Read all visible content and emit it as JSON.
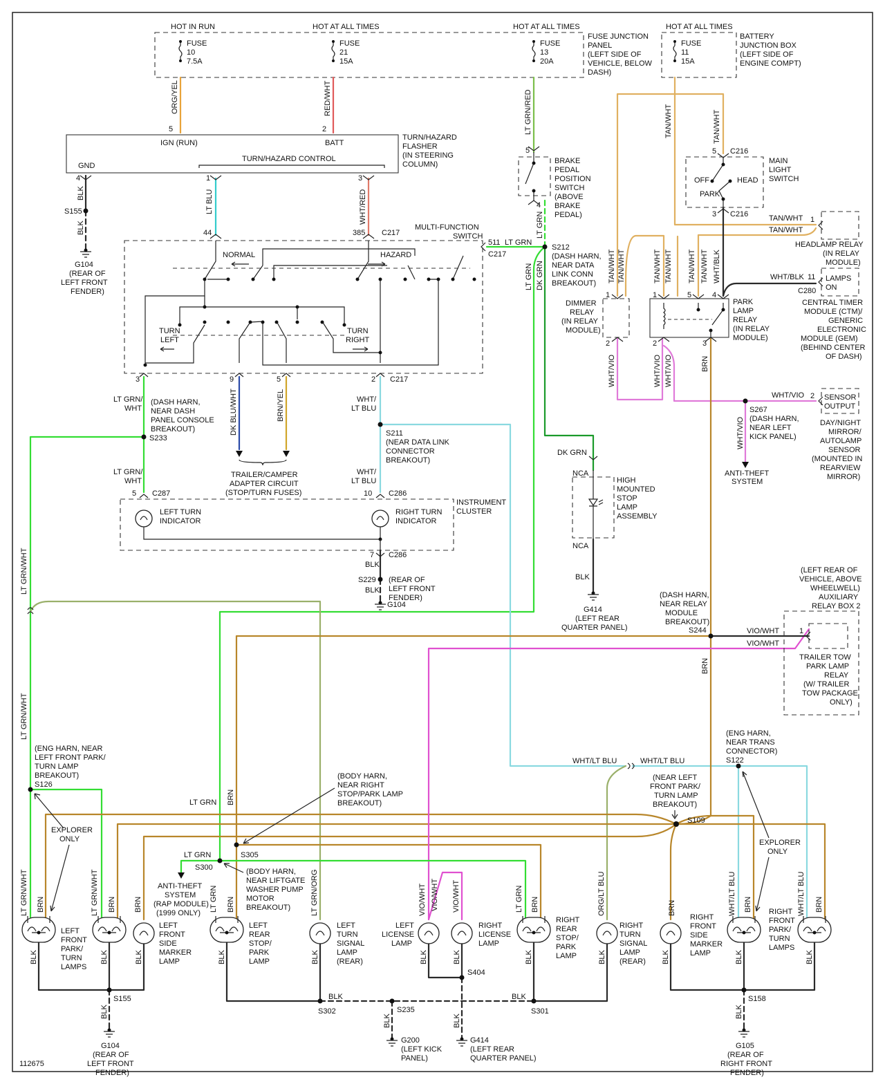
{
  "diagram_id": "112675",
  "colors": {
    "org_yel": "#e8a33a",
    "red_wht": "#e05a5a",
    "lt_grn": "#33dd33",
    "lt_grn_red": "#7bbf4a",
    "lt_blu": "#33cccc",
    "wht_red": "#e07a6a",
    "blk": "#2a2a2a",
    "dk_blu": "#2a4aa8",
    "brn_yel": "#d1a62a",
    "wht_ltblu": "#8ad9e0",
    "dk_grn": "#1a9a2a",
    "tan_wht": "#e0b060",
    "wht_vio": "#e07ad9",
    "brn": "#b8862a",
    "vio_wht": "#e050d0",
    "org_ltblu": "#9ab06a"
  },
  "fuses": {
    "f10": {
      "header": "HOT IN RUN",
      "label": "FUSE",
      "num": "10",
      "amp": "7.5A"
    },
    "f21": {
      "header": "HOT AT ALL TIMES",
      "label": "FUSE",
      "num": "21",
      "amp": "15A"
    },
    "f13": {
      "header": "HOT AT ALL TIMES",
      "label": "FUSE",
      "num": "13",
      "amp": "20A"
    },
    "f11": {
      "header": "HOT AT ALL TIMES",
      "label": "FUSE",
      "num": "11",
      "amp": "15A"
    }
  },
  "fuse_panel": [
    "FUSE JUNCTION",
    "PANEL",
    "(LEFT SIDE OF",
    "VEHICLE, BELOW",
    "DASH)"
  ],
  "battery_box": [
    "BATTERY",
    "JUNCTION BOX",
    "(LEFT SIDE OF",
    "ENGINE COMPT)"
  ],
  "flasher": {
    "title": [
      "TURN/HAZARD",
      "FLASHER",
      "(IN STEERING",
      "COLUMN)"
    ],
    "ign": "IGN (RUN)",
    "batt": "BATT",
    "gnd": "GND",
    "control": "TURN/HAZARD CONTROL",
    "pin5": "5",
    "pin2": "2",
    "pin4": "4",
    "pin1": "1",
    "pin3": "3"
  },
  "multifunction": {
    "title": [
      "MULTI-FUNCTION",
      "SWITCH"
    ],
    "normal": "NORMAL",
    "hazard": "HAZARD",
    "turn_left": [
      "TURN",
      "LEFT"
    ],
    "turn_right": [
      "TURN",
      "RIGHT"
    ],
    "c217": "C217",
    "p44": "44",
    "p385": "385",
    "p511": "511",
    "p3": "3",
    "p9": "9",
    "p5": "5",
    "p2": "2"
  },
  "brake_switch": {
    "title": [
      "BRAKE",
      "PEDAL",
      "POSITION",
      "SWITCH",
      "(ABOVE",
      "BRAKE",
      "PEDAL)"
    ],
    "p5": "5",
    "p4": "4"
  },
  "main_light": {
    "title": [
      "MAIN",
      "LIGHT",
      "SWITCH"
    ],
    "off": "OFF",
    "park": "PARK",
    "head": "HEAD",
    "c216": "C216",
    "p5": "5",
    "p3": "3"
  },
  "headlamp_relay": [
    "HEADLAMP RELAY",
    "(IN RELAY",
    "MODULE)"
  ],
  "ctm": {
    "lamps_on": [
      "LAMPS",
      "ON"
    ],
    "c280": "C280",
    "p11": "11",
    "title": [
      "CENTRAL TIMER",
      "MODULE (CTM)/",
      "GENERIC",
      "ELECTRONIC",
      "MODULE (GEM)",
      "(BEHIND CENTER",
      "OF DASH)"
    ]
  },
  "dimmer_relay": {
    "title": [
      "DIMMER",
      "RELAY",
      "(IN RELAY",
      "MODULE)"
    ],
    "p1": "1",
    "p2": "2"
  },
  "park_relay": {
    "title": [
      "PARK",
      "LAMP",
      "RELAY",
      "(IN RELAY",
      "MODULE)"
    ],
    "p1": "1",
    "p5": "5",
    "p4": "4",
    "p2": "2",
    "p3": "3"
  },
  "sensor": {
    "output": [
      "SENSOR",
      "OUTPUT"
    ],
    "pin": "2",
    "title": [
      "DAY/NIGHT",
      "MIRROR/",
      "AUTOLAMP",
      "SENSOR",
      "(MOUNTED IN",
      "REARVIEW",
      "MIRROR)"
    ]
  },
  "splices": {
    "s155": "S155",
    "s212": "S212",
    "s211": "S211",
    "s233": "S233",
    "s229": "S229",
    "s267": "S267",
    "s244": "S244",
    "s122": "S122",
    "s109": "S109",
    "s126": "S126",
    "s305": "S305",
    "s300": "S300",
    "s404": "S404",
    "s302": "S302",
    "s235": "S235",
    "s301": "S301",
    "s158": "S158",
    "s155b": "S155"
  },
  "notes": {
    "s212": [
      "(DASH HARN,",
      "NEAR DATA",
      "LINK CONN",
      "BREAKOUT)"
    ],
    "s233": [
      "(DASH HARN,",
      "NEAR DASH",
      "PANEL CONSOLE",
      "BREAKOUT)"
    ],
    "s211": [
      "(NEAR DATA LINK",
      "CONNECTOR",
      "BREAKOUT)"
    ],
    "s229": [
      "(REAR OF",
      "LEFT FRONT",
      "FENDER)"
    ],
    "s267": [
      "(DASH HARN,",
      "NEAR LEFT",
      "KICK PANEL)"
    ],
    "s244": [
      "(DASH HARN,",
      "NEAR RELAY",
      "MODULE",
      "BREAKOUT)"
    ],
    "s122": [
      "(ENG HARN,",
      "NEAR TRANS",
      "CONNECTOR)"
    ],
    "s109": [
      "(NEAR LEFT",
      "FRONT PARK/",
      "TURN LAMP",
      "BREAKOUT)"
    ],
    "s126": [
      "(ENG HARN, NEAR",
      "LEFT FRONT PARK/",
      "TURN LAMP",
      "BREAKOUT)"
    ],
    "s305": [
      "(BODY HARN,",
      "NEAR RIGHT",
      "STOP/PARK LAMP",
      "BREAKOUT)"
    ],
    "s300": [
      "(BODY HARN,",
      "NEAR LIFTGATE",
      "WASHER PUMP",
      "MOTOR",
      "BREAKOUT)"
    ],
    "explorer_l": [
      "EXPLORER",
      "ONLY"
    ],
    "explorer_r": [
      "EXPLORER",
      "ONLY"
    ],
    "aux_relay": [
      "(LEFT REAR OF",
      "VEHICLE, ABOVE",
      "WHEELWELL)",
      "AUXILIARY",
      "RELAY BOX 2"
    ]
  },
  "grounds": {
    "g104a": [
      "G104",
      "(REAR OF",
      "LEFT FRONT",
      "FENDER)"
    ],
    "g104b": "G104",
    "g414a": [
      "G414",
      "(LEFT REAR",
      "QUARTER PANEL)"
    ],
    "g200": [
      "G200",
      "(LEFT KICK",
      "PANEL)"
    ],
    "g414b": [
      "G414",
      "(LEFT REAR",
      "QUARTER PANEL)"
    ],
    "g104c": [
      "G104",
      "(REAR OF",
      "LEFT FRONT",
      "FENDER)"
    ],
    "g105": [
      "G105",
      "(REAR OF",
      "RIGHT FRONT",
      "FENDER)"
    ]
  },
  "trailer_adapter": [
    "TRAILER/CAMPER",
    "ADAPTER CIRCUIT",
    "(STOP/TURN FUSES)"
  ],
  "cluster": {
    "title": [
      "INSTRUMENT",
      "CLUSTER"
    ],
    "left": [
      "LEFT TURN",
      "INDICATOR"
    ],
    "right": [
      "RIGHT TURN",
      "INDICATOR"
    ],
    "c287": "C287",
    "c286": "C286",
    "c286b": "C286",
    "p5": "5",
    "p10": "10",
    "p7": "7"
  },
  "stop_lamp": {
    "title": [
      "HIGH",
      "MOUNTED",
      "STOP",
      "LAMP",
      "ASSEMBLY"
    ],
    "nca1": "NCA",
    "nca2": "NCA"
  },
  "anti_theft": [
    "ANTI-THEFT",
    "SYSTEM"
  ],
  "anti_theft_rap": [
    "ANTI-THEFT",
    "SYSTEM",
    "(RAP MODULE)",
    "(1999 ONLY)"
  ],
  "trailer_relay": {
    "pin": "1",
    "title": [
      "TRAILER TOW",
      "PARK LAMP",
      "RELAY",
      "(W/ TRAILER",
      "TOW PACKAGE",
      "ONLY)"
    ]
  },
  "wires": {
    "org_yel": "ORG/YEL",
    "red_wht": "RED/WHT",
    "lt_grn_red": "LT GRN/RED",
    "tan_wht": "TAN/WHT",
    "blk": "BLK",
    "lt_blu": "LT BLU",
    "wht_red": "WHT/RED",
    "lt_grn": "LT GRN",
    "lt_grn_wht": "LT GRN/WHT",
    "dk_blu_wht": "DK BLU/WHT",
    "brn_yel": "BRN/YEL",
    "wht_lt_blu": "WHT/LT BLU",
    "dk_grn": "DK GRN",
    "wht_vio": "WHT/VIO",
    "brn": "BRN",
    "wht_blk": "WHT/BLK",
    "vio_wht": "VIO/WHT",
    "org_lt_blu": "ORG/LT BLU",
    "lt_grn_org": "LT GRN/ORG"
  },
  "lamps": {
    "lf_park": [
      "LEFT",
      "FRONT",
      "PARK/",
      "TURN",
      "LAMPS"
    ],
    "lf_side": [
      "LEFT",
      "FRONT",
      "SIDE",
      "MARKER",
      "LAMP"
    ],
    "lr_stop": [
      "LEFT",
      "REAR",
      "STOP/",
      "PARK",
      "LAMP"
    ],
    "l_turn": [
      "LEFT",
      "TURN",
      "SIGNAL",
      "LAMP",
      "(REAR)"
    ],
    "l_lic": [
      "LEFT",
      "LICENSE",
      "LAMP"
    ],
    "r_lic": [
      "RIGHT",
      "LICENSE",
      "LAMP"
    ],
    "rr_stop": [
      "RIGHT",
      "REAR",
      "STOP/",
      "PARK",
      "LAMP"
    ],
    "r_turn": [
      "RIGHT",
      "TURN",
      "SIGNAL",
      "LAMP",
      "(REAR)"
    ],
    "rf_side": [
      "RIGHT",
      "FRONT",
      "SIDE",
      "MARKER",
      "LAMP"
    ],
    "rf_park": [
      "RIGHT",
      "FRONT",
      "PARK/",
      "TURN",
      "LAMPS"
    ]
  }
}
